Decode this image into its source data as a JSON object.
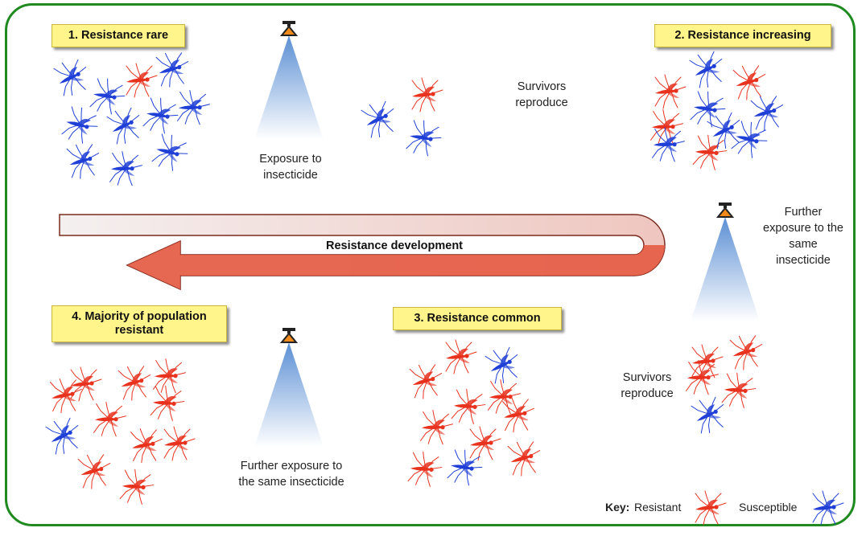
{
  "stages": {
    "s1": "1. Resistance rare",
    "s2": "2. Resistance increasing",
    "s3": "3. Resistance common",
    "s4": "4. Majority of population resistant"
  },
  "captions": {
    "exposure_1": "Exposure to insecticide",
    "survivors_1": "Survivors reproduce",
    "exposure_2": "Further exposure to the same insecticide",
    "survivors_2": "Survivors reproduce",
    "exposure_3": "Further exposure to the same insecticide"
  },
  "arrow_label": "Resistance development",
  "key": {
    "key_label": "Key:",
    "resistant": "Resistant",
    "susceptible": "Susceptible"
  },
  "colors": {
    "resistant": "#e8321e",
    "susceptible": "#1f3fd6",
    "frame": "#1f8a1f",
    "label_bg": "#fff58a",
    "spray_cone": "#6a9ad8",
    "nozzle": "#f08a1c"
  },
  "icons": {
    "mosquito": "mosquito-icon",
    "sprayer": "insecticide-sprayer-icon"
  },
  "groups": [
    {
      "name": "population-1",
      "resistant": 1,
      "susceptible": 10
    },
    {
      "name": "survivors-1",
      "resistant": 1,
      "susceptible": 2
    },
    {
      "name": "population-2",
      "resistant": 4,
      "susceptible": 6
    },
    {
      "name": "survivors-2",
      "resistant": 4,
      "susceptible": 1
    },
    {
      "name": "population-3",
      "resistant": 9,
      "susceptible": 2
    },
    {
      "name": "population-4",
      "resistant": 10,
      "susceptible": 1
    }
  ]
}
